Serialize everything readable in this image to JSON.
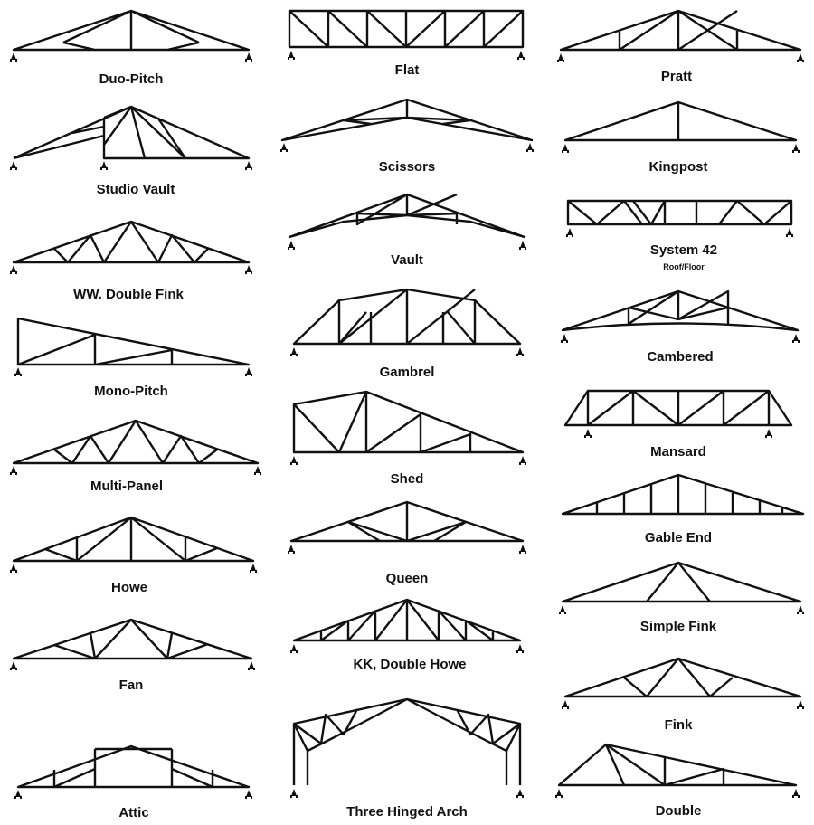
{
  "trusses": {
    "duo_pitch": "Duo-Pitch",
    "studio_vault": "Studio Vault",
    "ww_double_fink": "WW. Double Fink",
    "mono_pitch": "Mono-Pitch",
    "multi_panel": "Multi-Panel",
    "howe": "Howe",
    "fan": "Fan",
    "attic": "Attic",
    "flat": "Flat",
    "scissors": "Scissors",
    "vault": "Vault",
    "gambrel": "Gambrel",
    "shed": "Shed",
    "queen": "Queen",
    "kk_double_howe": "KK, Double Howe",
    "three_hinged_arch": "Three Hinged Arch",
    "pratt": "Pratt",
    "kingpost": "Kingpost",
    "system_42": "System 42",
    "system_42_sub": "Roof/Floor",
    "cambered": "Cambered",
    "mansard": "Mansard",
    "gable_end": "Gable End",
    "simple_fink": "Simple Fink",
    "fink": "Fink",
    "double": "Double"
  }
}
